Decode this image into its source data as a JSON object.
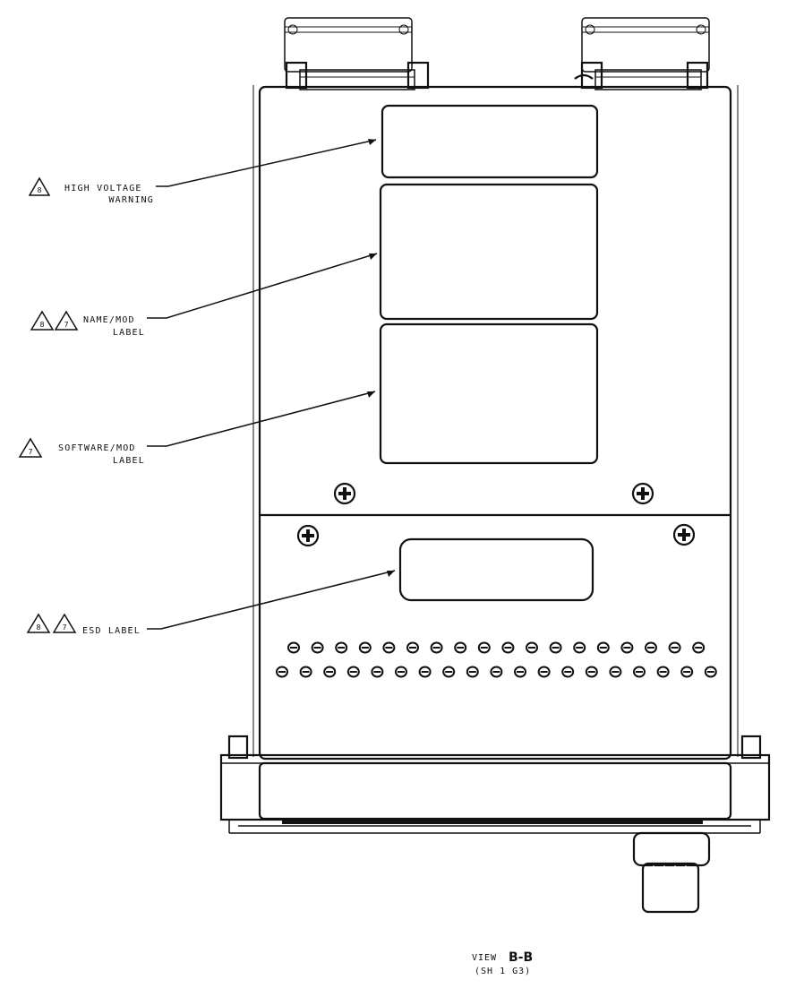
{
  "callouts": {
    "high_voltage": {
      "line1": "HIGH VOLTAGE",
      "line2": "WARNING",
      "notes": [
        "8"
      ]
    },
    "name_mod": {
      "line1": "NAME/MOD",
      "line2": "LABEL",
      "notes": [
        "8",
        "7"
      ]
    },
    "software_mod": {
      "line1": "SOFTWARE/MOD",
      "line2": "LABEL",
      "notes": [
        "7"
      ]
    },
    "esd": {
      "line1": "ESD LABEL",
      "notes": [
        "8",
        "7"
      ]
    }
  },
  "view": {
    "prefix": "VIEW",
    "id": "B-B",
    "ref": "(SH 1 G3)"
  },
  "vents": {
    "top_row_count": 18,
    "bottom_row_count": 19
  }
}
